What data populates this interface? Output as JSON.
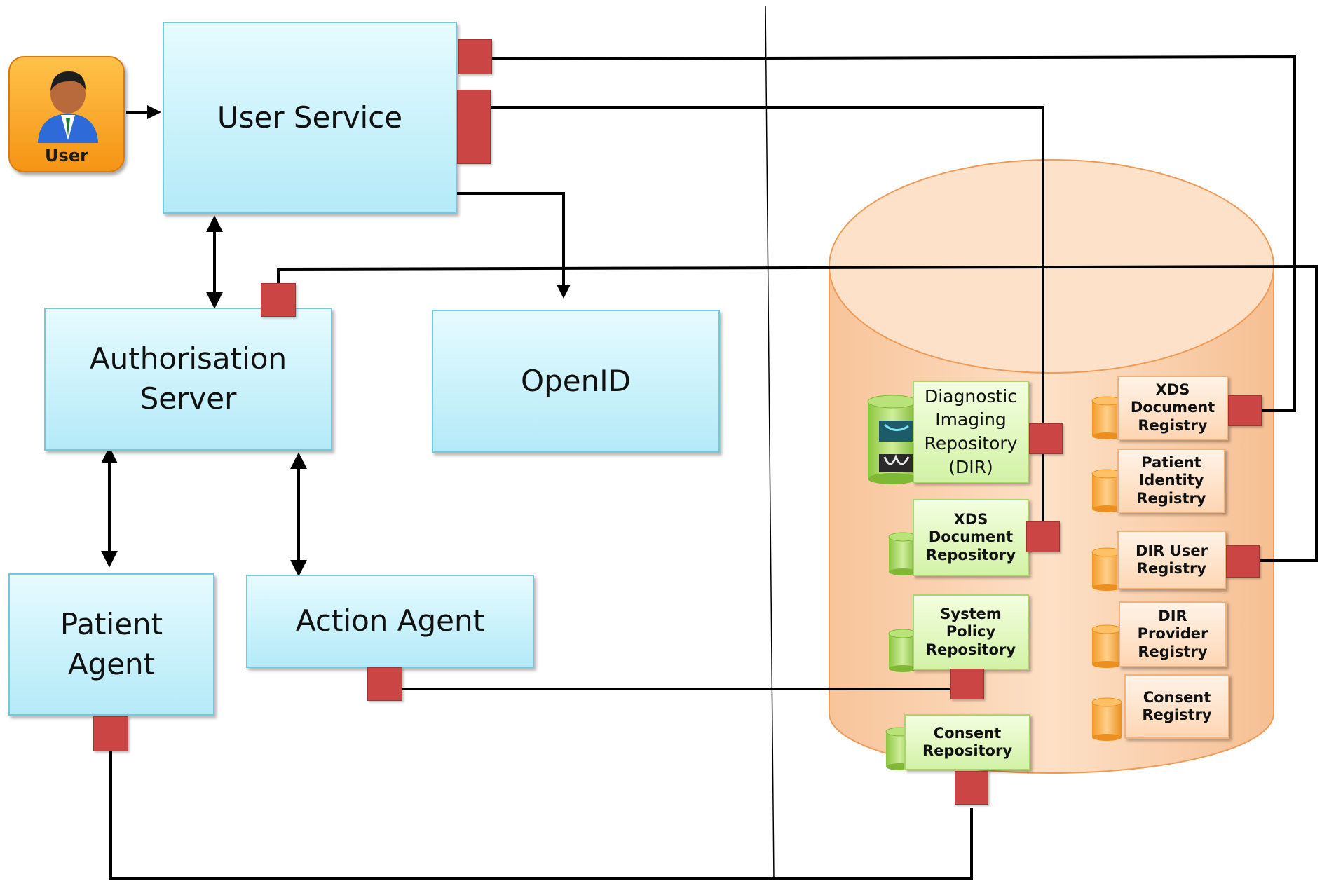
{
  "user": {
    "label": "User",
    "icon": "user-person-icon"
  },
  "components": {
    "user_service": "User Service",
    "authorisation_server": "Authorisation\nServer",
    "openid": "OpenID",
    "patient_agent": "Patient\nAgent",
    "action_agent": "Action Agent"
  },
  "repositories": {
    "dir": "Diagnostic\nImaging\nRepository\n(DIR)",
    "xds_document_repository": "XDS\nDocument\nRepository",
    "system_policy_repository": "System\nPolicy\nRepository",
    "consent_repository": "Consent\nRepository"
  },
  "registries": {
    "xds_document_registry": "XDS\nDocument\nRegistry",
    "patient_identity_registry": "Patient\nIdentity\nRegistry",
    "dir_user_registry": "DIR User\nRegistry",
    "dir_provider_registry": "DIR\nProvider\nRegistry",
    "consent_registry": "Consent\nRegistry"
  },
  "colors": {
    "component_fill": "#c5f0fb",
    "port": "#cc4545",
    "repository_fill": "#dcf5b8",
    "registry_fill": "#ffdcc0",
    "database_fill": "#fcd3b0",
    "user_tile": "#f7a42a"
  }
}
